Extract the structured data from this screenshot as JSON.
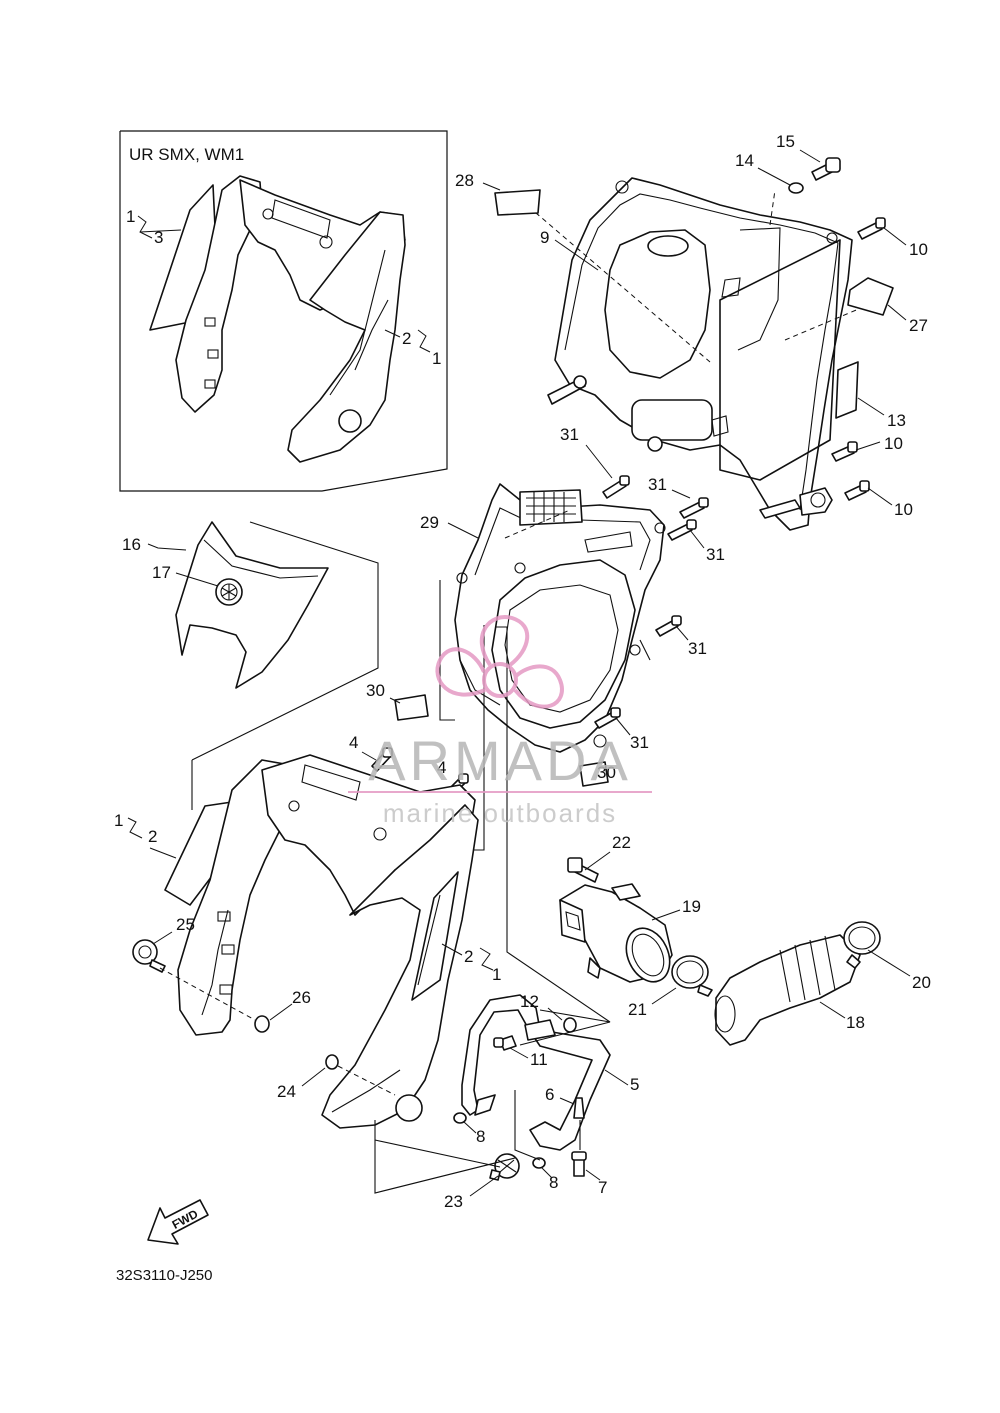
{
  "inset": {
    "title": "UR SMX, WM1"
  },
  "diagram_code": "32S3110-J250",
  "fwd_label": "FWD",
  "watermark": {
    "brand": "ARMADA",
    "tagline": "marine outboards",
    "color": "#e59ac4"
  },
  "labels": {
    "n1a": "1",
    "n3": "3",
    "n2a": "2",
    "n1b": "1",
    "n15": "15",
    "n14": "14",
    "n28": "28",
    "n9": "9",
    "n10a": "10",
    "n27": "27",
    "n13": "13",
    "n10b": "10",
    "n10c": "10",
    "n31a": "31",
    "n31b": "31",
    "n31c": "31",
    "n31d": "31",
    "n31e": "31",
    "n29": "29",
    "n16": "16",
    "n17": "17",
    "n30a": "30",
    "n30b": "30",
    "n4a": "4",
    "n4b": "4",
    "n1c": "1",
    "n2b": "2",
    "n22": "22",
    "n19": "19",
    "n25": "25",
    "n26": "26",
    "n2c": "2",
    "n1d": "1",
    "n21": "21",
    "n20": "20",
    "n18": "18",
    "n12": "12",
    "n11": "11",
    "n5": "5",
    "n6": "6",
    "n24": "24",
    "n8a": "8",
    "n8b": "8",
    "n7": "7",
    "n23": "23"
  }
}
